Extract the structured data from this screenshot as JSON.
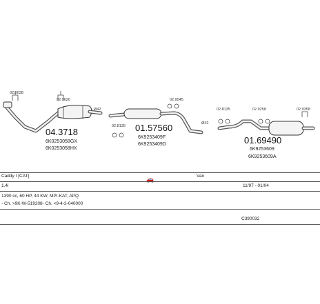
{
  "labels": {
    "clamp_1": "02.9038",
    "clamp_2": "02.9620",
    "clamp_3": "02.9545",
    "clamp_4": "02.8135",
    "clamp_5": "02.9258",
    "clamp_6": "02.9358",
    "clamp_7": "02.8135",
    "dia_1": "Ø42",
    "dia_2": "Ø42",
    "part_front": "04.3718",
    "part_front_oe1": "6K0253058GX",
    "part_front_oe2": "6K0253058HX",
    "part_middle": "01.57560",
    "part_middle_oe1": "6K9253409F",
    "part_middle_oe2": "6K9253409D",
    "part_rear": "01.69490",
    "part_rear_oe1": "6K9253609",
    "part_rear_oe2": "6K9253609A"
  },
  "info": {
    "model": "Caddy I [CAT]",
    "body": "Van",
    "engine": "1.4i",
    "years": "11/97 - 01/04",
    "specs": "1390 cc, 60 HP, 44 KW, MPI-KAT, APQ",
    "chassis": "- Ch. >9K-W-519208- Ch. <9-4-3-040000",
    "code": "C390032"
  }
}
